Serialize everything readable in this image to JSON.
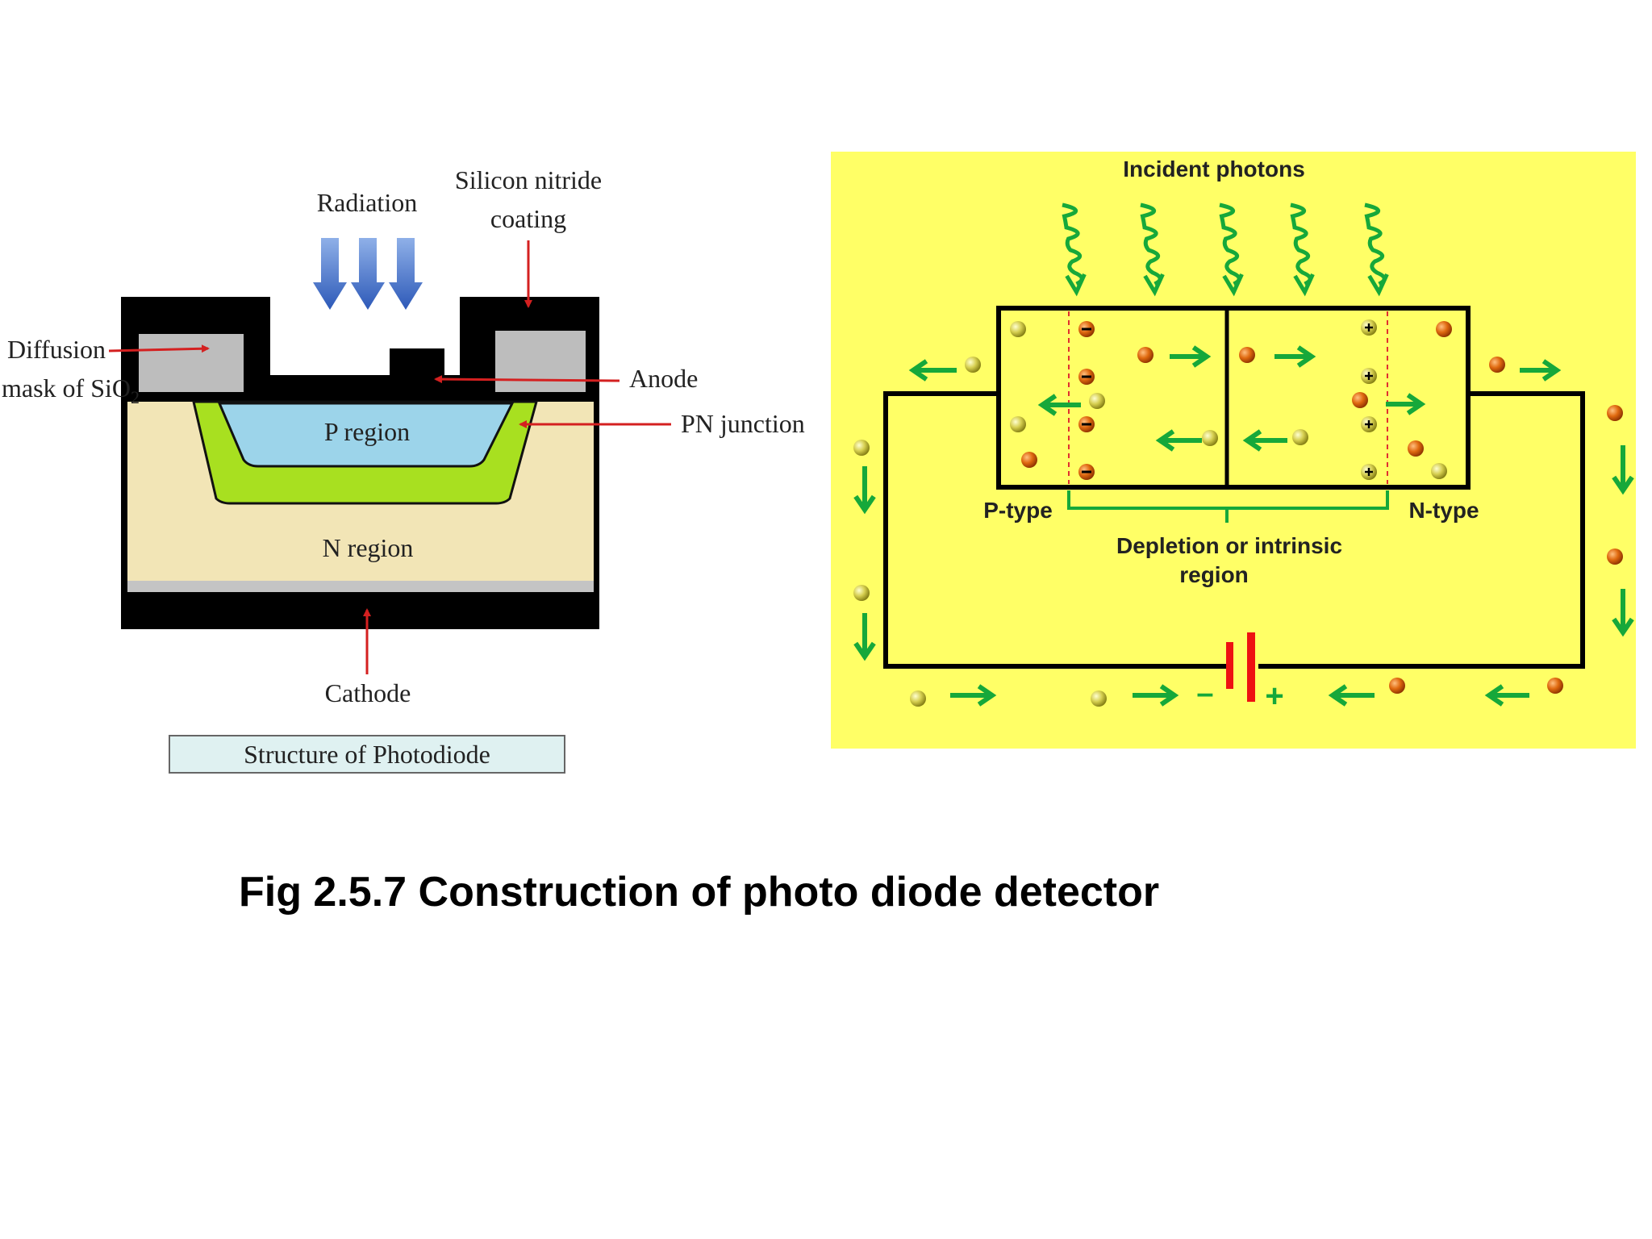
{
  "left_diagram": {
    "radiation_label": "Radiation",
    "coating_label_1": "Silicon nitride",
    "coating_label_2": "coating",
    "diffusion_label_1": "Diffusion",
    "diffusion_label_2": "mask of SiO",
    "diffusion_label_sub": "2",
    "anode_label": "Anode",
    "pn_junction_label": "PN junction",
    "p_region_label": "P region",
    "n_region_label": "N region",
    "cathode_label": "Cathode",
    "title_box": "Structure of Photodiode"
  },
  "right_diagram": {
    "incident_label": "Incident photons",
    "p_type_label": "P-type",
    "n_type_label": "N-type",
    "depletion_label_1": "Depletion or intrinsic",
    "depletion_label_2": "region",
    "battery_minus": "–",
    "battery_plus": "+",
    "colors": {
      "background": "#ffff66",
      "arrow": "#16a83a",
      "hole": "#c8c040",
      "electron": "#e06a10",
      "battery": "#ee1111"
    }
  },
  "caption": "Fig 2.5.7 Construction of photo diode detector"
}
